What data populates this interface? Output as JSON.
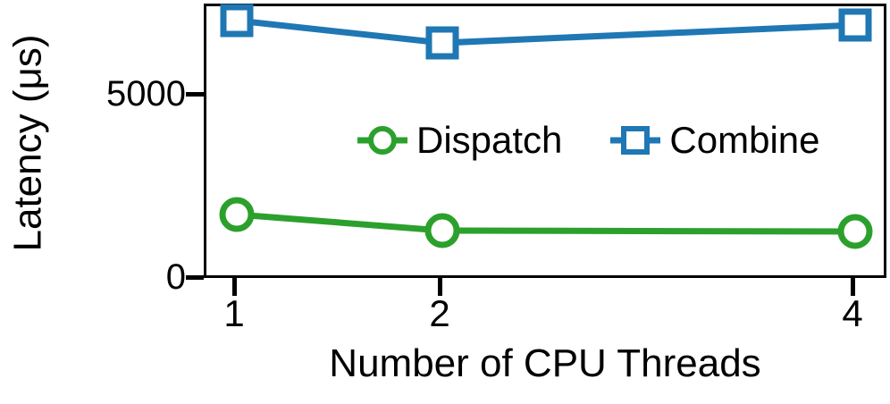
{
  "chart_data": {
    "type": "line",
    "title": "",
    "xlabel": "Number of CPU Threads",
    "ylabel": "Latency (μs)",
    "categories": [
      "1",
      "2",
      "4"
    ],
    "x": [
      1,
      2,
      4
    ],
    "xtick_labels": [
      "1",
      "2",
      "4"
    ],
    "ytick_labels": [
      "0",
      "5000"
    ],
    "ytick_values": [
      0,
      5000
    ],
    "ylim": [
      0,
      7490
    ],
    "xlim": [
      0.55,
      4.45
    ],
    "grid": false,
    "legend_position": "center",
    "series": [
      {
        "name": "Dispatch",
        "color": "#2ca02c",
        "marker": "circle",
        "values": [
          1780,
          1340,
          1320
        ]
      },
      {
        "name": "Combine",
        "color": "#1f77b4",
        "marker": "square",
        "values": [
          7075,
          6465,
          6950
        ]
      }
    ]
  },
  "axes": {
    "y_label": "Latency (μs)",
    "x_label": "Number of CPU Threads",
    "y_ticks": [
      {
        "label": "5000",
        "value": 5000
      },
      {
        "label": "0",
        "value": 0
      }
    ],
    "x_ticks": [
      {
        "label": "1",
        "value": 1
      },
      {
        "label": "2",
        "value": 2
      },
      {
        "label": "4",
        "value": 4
      }
    ]
  },
  "legend": {
    "entries": [
      {
        "label": "Dispatch",
        "color": "#2ca02c",
        "marker": "circle-marker"
      },
      {
        "label": "Combine",
        "color": "#1f77b4",
        "marker": "square-marker"
      }
    ]
  },
  "colors": {
    "dispatch": "#2ca02c",
    "combine": "#1f77b4",
    "axis": "#000000",
    "background": "#ffffff"
  }
}
